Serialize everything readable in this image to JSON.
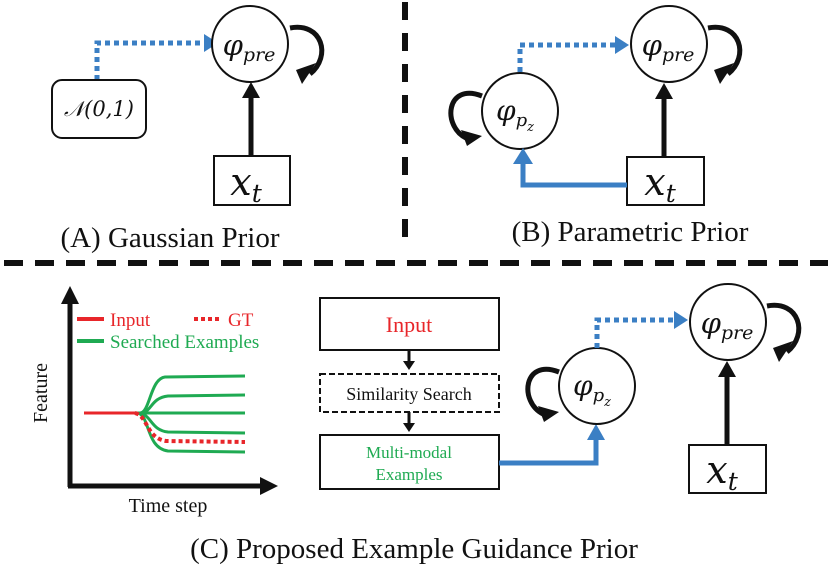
{
  "panel_a": {
    "caption": "(A) Gaussian Prior",
    "noise_label": "𝒩(0,1)",
    "node_pre": {
      "base": "φ",
      "sub": "pre"
    },
    "input": {
      "base": "x",
      "sub": "t"
    }
  },
  "panel_b": {
    "caption": "(B) Parametric Prior",
    "node_pz": {
      "base": "φ",
      "sub": "p",
      "subsub": "z"
    },
    "node_pre": {
      "base": "φ",
      "sub": "pre"
    },
    "input": {
      "base": "x",
      "sub": "t"
    }
  },
  "panel_c": {
    "caption": "(C) Proposed Example Guidance Prior",
    "plot": {
      "ylabel": "Feature",
      "xlabel": "Time step",
      "legend": {
        "input": "Input",
        "gt": "GT",
        "searched": "Searched Examples"
      }
    },
    "flow": {
      "input_label": "Input",
      "search_label": "Similarity Search",
      "examples_line1": "Multi-modal",
      "examples_line2": "Examples"
    },
    "node_pz": {
      "base": "φ",
      "sub": "p",
      "subsub": "z"
    },
    "node_pre": {
      "base": "φ",
      "sub": "pre"
    },
    "input": {
      "base": "x",
      "sub": "t"
    }
  },
  "colors": {
    "blue": "#3b7fc4",
    "red": "#e8262a",
    "green": "#1faa52",
    "black": "#111111"
  }
}
